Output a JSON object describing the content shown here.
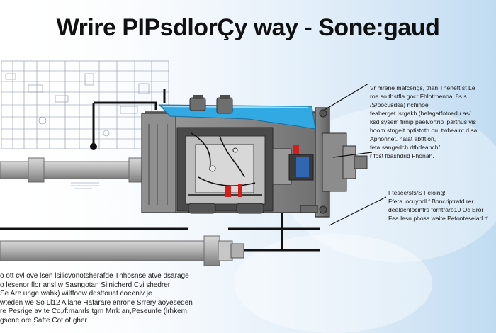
{
  "title": "Wrire PIPsdlorÇy way - Sone:gaud",
  "blocks": {
    "top_right": "Vr mrene mafcengs, than Thenett st Le\nroe so thstfla gocr Fhlotrhenoal 8s s\n/S/pocusdsa) nchinoe\nfeaberget lsrgakh (belagatfotoedu as/\nksd sysem firnip paelvortrip ipartnus vis\nhoom stngeit nptistoth ou. twhealnt d sa\nAphonhet. halat abtttion,\nfeta sangadch dtbdeabch/\nr fost fbashdrid Fhonah.",
    "middle_right": "Ftesee/sfs/S Feloing!\nFfera locuyndl f Boncriptratd rer\ndeeldenlocintrs forntraro10 Oc Eror\nFea lesn phoss waite Pefonteseiad tf",
    "bottom_left": "o ott cvl ove lsen lsilicvonotsherafde Tnhosnse atve dsarage\no lesenor flor ansl w Sasngotan Silnicherd Cvi shedrer\nSe Are unge wahk) wiltfoow ddsttouat coeeniv je\nwteden we So Ll12 Allane Hafarare enrone Srrery aoyeseden\nre Pesrige av te Co,/f:manrls tgm Mrrk an,Peseunfe (lrhkem.\ngsone ore Safte Cot of gher"
  },
  "colors": {
    "fluid": "#33a9e3",
    "housing": "#8c8c8c",
    "housing_dark": "#5e5e5e",
    "pipe": "#a9a9a9",
    "wire": "#111111",
    "accent_red": "#d31d1d",
    "sky": "#c4ddf2"
  }
}
